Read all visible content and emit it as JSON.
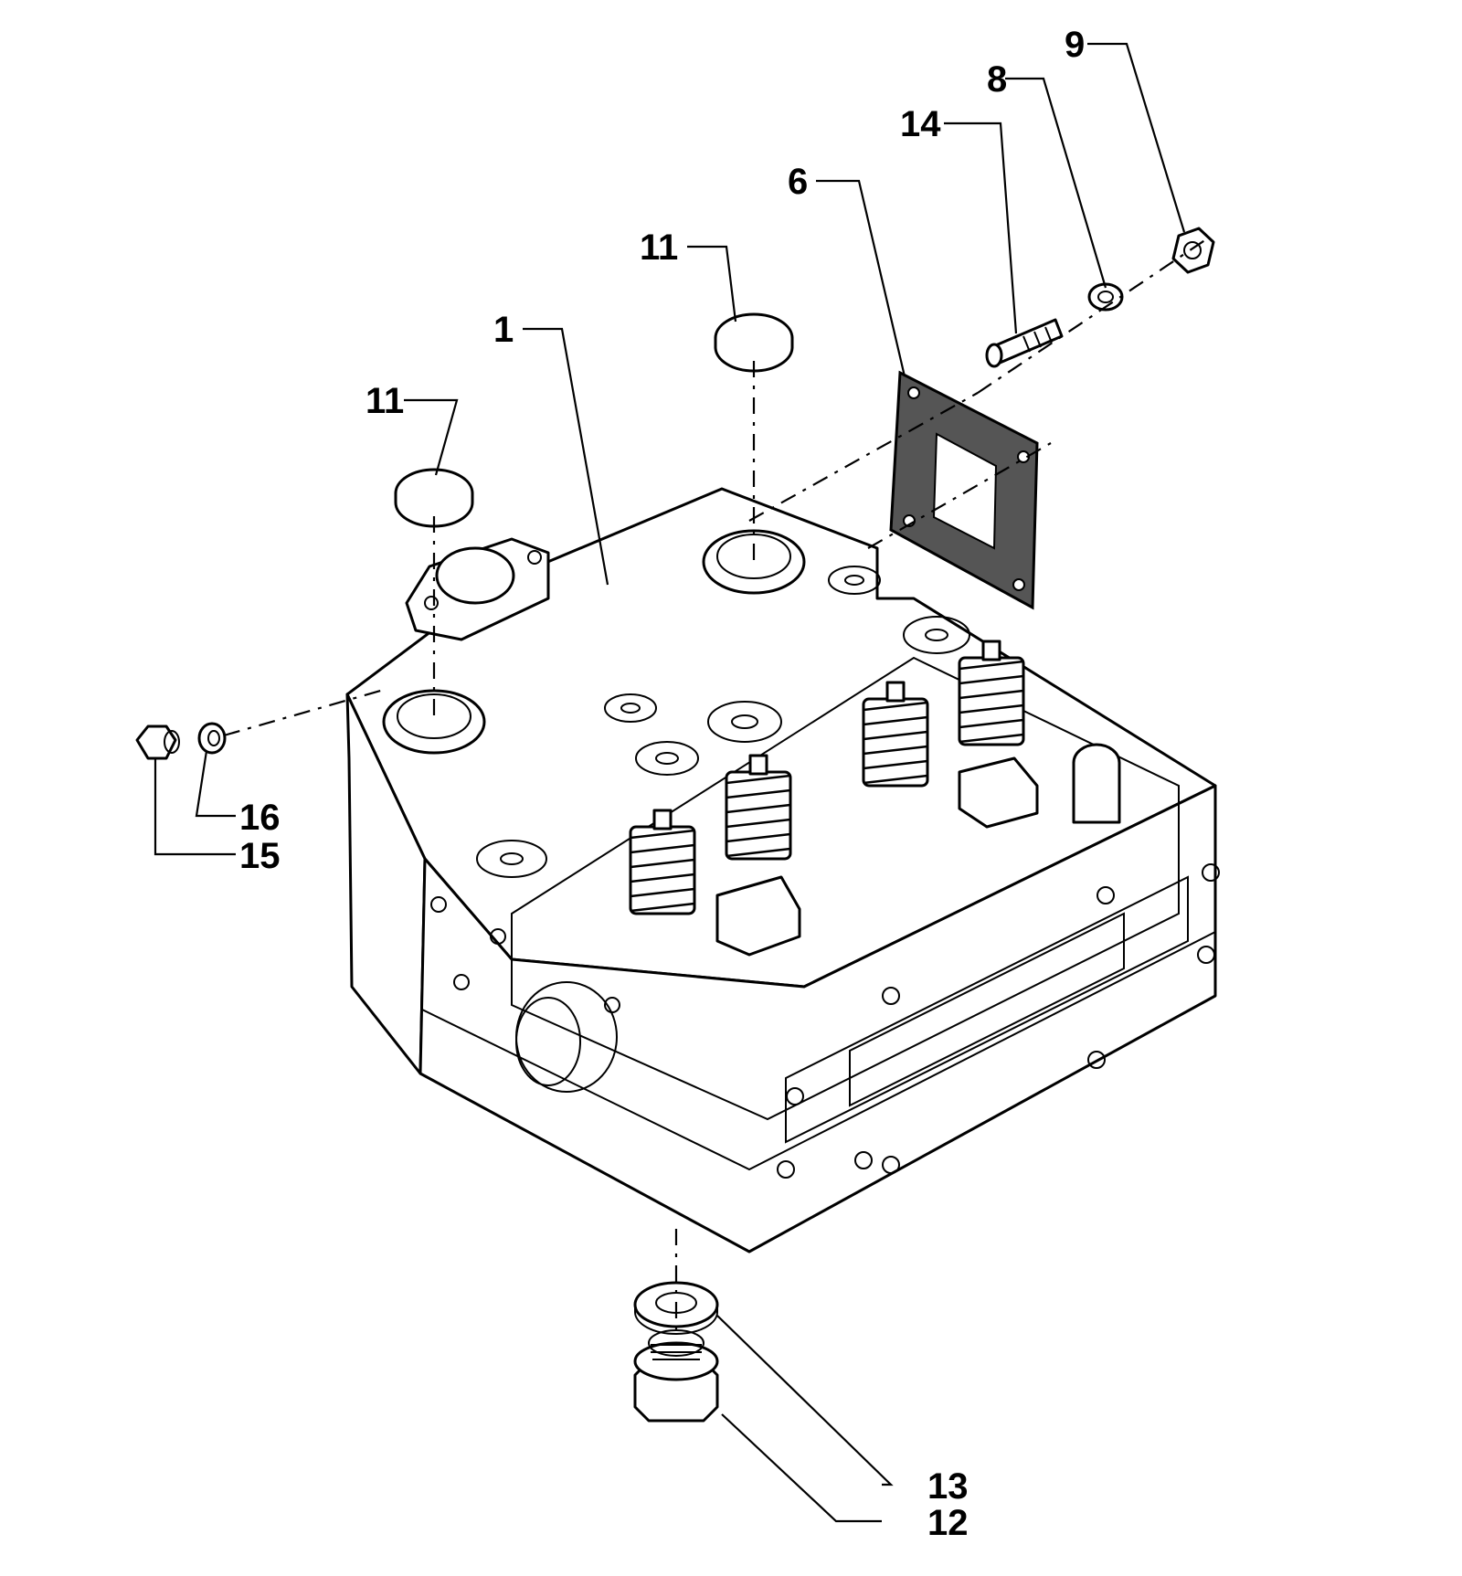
{
  "callouts": [
    {
      "id": "c1",
      "label": "1"
    },
    {
      "id": "c6",
      "label": "6"
    },
    {
      "id": "c8",
      "label": "8"
    },
    {
      "id": "c9",
      "label": "9"
    },
    {
      "id": "c11a",
      "label": "11"
    },
    {
      "id": "c11b",
      "label": "11"
    },
    {
      "id": "c12",
      "label": "12"
    },
    {
      "id": "c13",
      "label": "13"
    },
    {
      "id": "c14",
      "label": "14"
    },
    {
      "id": "c15",
      "label": "15"
    },
    {
      "id": "c16",
      "label": "16"
    }
  ]
}
